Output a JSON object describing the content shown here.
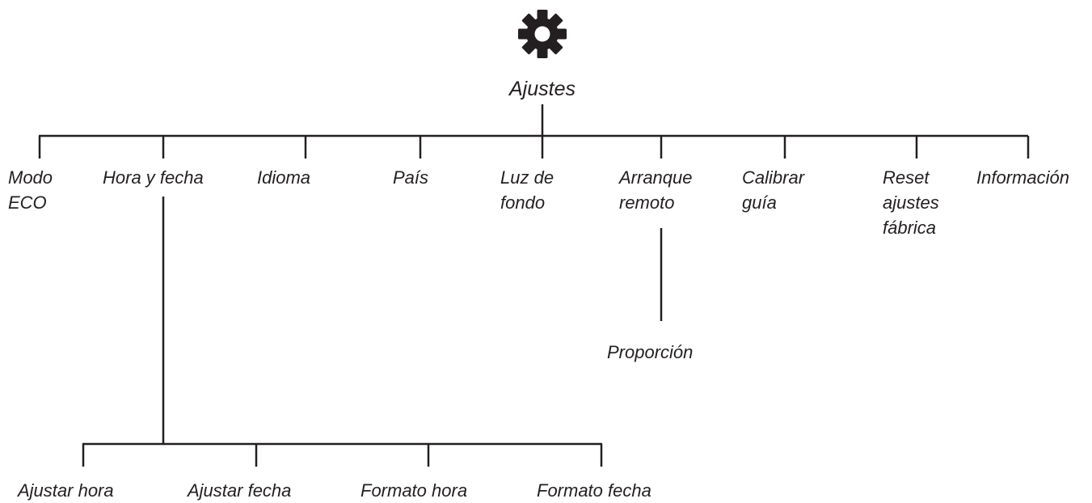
{
  "root": {
    "icon": "gear-icon",
    "label": "Ajustes"
  },
  "menu_items": [
    {
      "id": "modo-eco",
      "lines": [
        "Modo",
        "ECO"
      ]
    },
    {
      "id": "hora-y-fecha",
      "lines": [
        "Hora y fecha"
      ]
    },
    {
      "id": "idioma",
      "lines": [
        "Idioma"
      ]
    },
    {
      "id": "pais",
      "lines": [
        "País"
      ]
    },
    {
      "id": "luz-de-fondo",
      "lines": [
        "Luz de",
        "fondo"
      ]
    },
    {
      "id": "arranque-remoto",
      "lines": [
        "Arranque",
        "remoto"
      ]
    },
    {
      "id": "calibrar-guia",
      "lines": [
        "Calibrar",
        "guía"
      ]
    },
    {
      "id": "reset-ajustes-fabrica",
      "lines": [
        "Reset",
        "ajustes",
        "fábrica"
      ]
    },
    {
      "id": "informacion",
      "lines": [
        "Información"
      ]
    }
  ],
  "arranque_remoto_children": [
    {
      "id": "proporcion",
      "label": "Proporción"
    }
  ],
  "hora_y_fecha_children": [
    {
      "id": "ajustar-hora",
      "label": "Ajustar hora"
    },
    {
      "id": "ajustar-fecha",
      "label": "Ajustar fecha"
    },
    {
      "id": "formato-hora",
      "label": "Formato hora"
    },
    {
      "id": "formato-fecha",
      "label": "Formato fecha"
    }
  ],
  "colors": {
    "ink": "#231f20",
    "background": "#ffffff"
  }
}
